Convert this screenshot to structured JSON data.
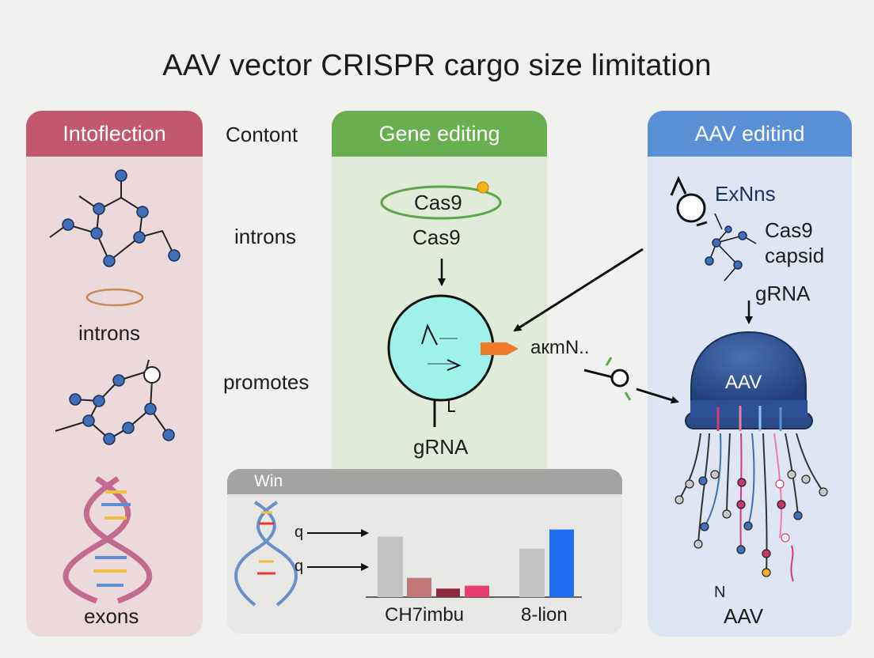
{
  "title": "AAV vector CRISPR cargo size limitation",
  "panels": {
    "left": {
      "header": "Intoflection",
      "labels": [
        "introns",
        "exons"
      ]
    },
    "content": {
      "header": "Contont",
      "labels": [
        "introns",
        "promotes"
      ]
    },
    "middle": {
      "header": "Gene editing",
      "ring_label": "Cas9",
      "under_label": "Cas9",
      "bottom_label": "gRNA",
      "side_label": "aкmN.."
    },
    "right": {
      "header": "AAV editind",
      "labels": [
        "ExNns",
        "Cas9",
        "capsid",
        "gRNA",
        "AAV",
        "N"
      ],
      "bottom_label": "AAV"
    },
    "bottom": {
      "header": "Win",
      "arrow_labels": [
        "q",
        "q"
      ],
      "axis_labels": [
        "CH7imbu",
        "8-lion"
      ]
    }
  },
  "colors": {
    "left_header": "#c2586e",
    "middle_header": "#6aae52",
    "right_header": "#5b8fd5",
    "bottom_header": "#a4a4a3",
    "node_blue": "#3f6fb8",
    "capsid_blue": "#2c4f8e",
    "cell_cyan": "#9ff2e8",
    "orange": "#f07a2a"
  },
  "chart_data": {
    "type": "bar",
    "categories": [
      "CH7imbu",
      "8-lion"
    ],
    "series": [
      {
        "values": [
          0.85,
          0.68
        ]
      },
      {
        "values": [
          0.27,
          0.95
        ]
      },
      {
        "values": [
          0.12
        ]
      },
      {
        "values": [
          0.16
        ]
      }
    ],
    "colors": [
      "#c4c4c4",
      "#c07878",
      "#8b2b3d",
      "#ea3d6f",
      "#1f6ef0"
    ]
  }
}
